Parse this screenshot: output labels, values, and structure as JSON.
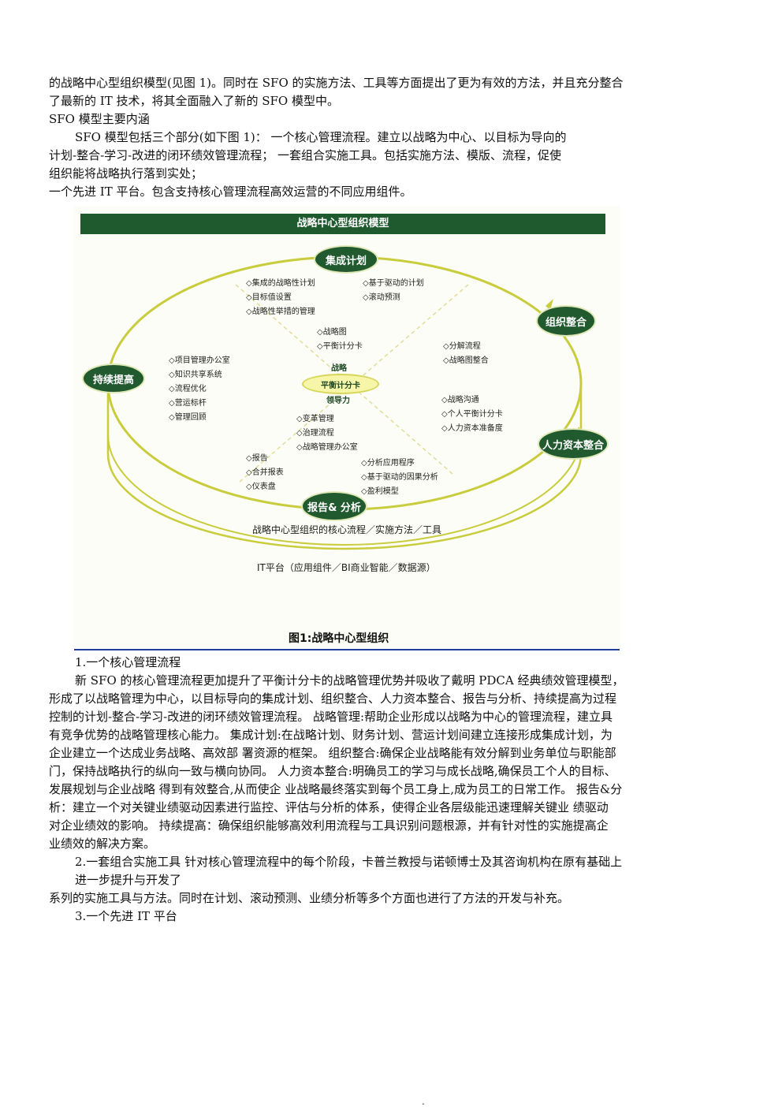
{
  "intro_lines": [
    "的战略中心型组织模型(见图 1)。同时在 SFO 的实施方法、工具等方面提出了更为有效的方法，并且充分整合",
    "了最新的 IT 技术，将其全面融入了新的 SFO 模型中。",
    "SFO 模型主要内涵",
    "SFO 模型包括三个部分(如下图 1)：  一个核心管理流程。建立以战略为中心、以目标为导向的",
    "计划-整合-学习-改进的闭环绩效管理流程；  一套组合实施工具。包括实施方法、模版、流程，促使",
    "组织能将战略执行落到实处；",
    "一个先进 IT 平台。包含支持核心管理流程高效运营的不同应用组件。"
  ],
  "figure": {
    "title": "战略中心型组织模型",
    "nodes": {
      "plan": "集成计划",
      "org": "组织整合",
      "hr": "人力资本整合",
      "report": "报告& 分析",
      "improve": "持续提高"
    },
    "center": {
      "top": "战略",
      "oval": "平衡计分卡",
      "bottom": "领导力"
    },
    "groups": {
      "plan_left": [
        "◇集成的战略性计划",
        "◇目标值设置",
        "◇战略性举措的管理"
      ],
      "plan_right": [
        "◇基于驱动的计划",
        "◇滚动预测"
      ],
      "center_upper": [
        "◇战略图",
        "◇平衡计分卡"
      ],
      "org": [
        "◇分解流程",
        "◇战略图整合"
      ],
      "improve": [
        "◇项目管理办公室",
        "◇知识共享系统",
        "◇流程优化",
        "◇营运标杆",
        "◇管理回顾"
      ],
      "hr": [
        "◇战略沟通",
        "◇个人平衡计分卡",
        "◇人力资本准备度"
      ],
      "center_lower": [
        "◇变革管理",
        "◇治理流程",
        "◇战略管理办公室"
      ],
      "report_left": [
        "◇报告",
        "◇合并报表",
        "◇仪表盘"
      ],
      "report_right": [
        "◇分析应用程序",
        "◇基于驱动的因果分析",
        "◇盈利模型"
      ]
    },
    "band1": "战略中心型组织的核心流程／实施方法／工具",
    "band2": "IT平台（应用组件／BI商业智能／数据源）",
    "caption": "图1:战略中心型组织"
  },
  "body_lines": [
    "1.一个核心管理流程",
    "新 SFO 的核心管理流程更加提升了平衡计分卡的战略管理优势并吸收了戴明 PDCA 经典绩效管理模型，",
    "形成了以战略管理为中心，以目标导向的集成计划、组织整合、人力资本整合、报告与分析、持续提高为过程",
    "控制的计划-整合-学习-改进的闭环绩效管理流程。  战略管理:帮助企业形成以战略为中心的管理流程，建立具",
    "有竞争优势的战略管理核心能力。  集成计划:在战略计划、财务计划、营运计划间建立连接形成集成计划，为",
    "企业建立一个达成业务战略、高效部 署资源的框架。  组织整合:确保企业战略能有效分解到业务单位与职能部",
    "门，保持战略执行的纵向一致与横向协同。  人力资本整合:明确员工的学习与成长战略,确保员工个人的目标、",
    "发展规划与企业战略 得到有效整合,从而使企 业战略最终落实到每个员工身上,成为员工的日常工作。  报告&分",
    "析：建立一个对关键业绩驱动因素进行监控、评估与分析的体系，使得企业各层级能迅速理解关键业 绩驱动",
    "对企业绩效的影响。  持续提高：确保组织能够高效利用流程与工具识别问题根源，并有针对性的实施提高企",
    "业绩效的解决方案。",
    "2.一套组合实施工具  针对核心管理流程中的每个阶段，卡普兰教授与诺顿博士及其咨询机构在原有基础上",
    "进一步提升与开发了",
    "系列的实施工具与方法。同时在计划、滚动预测、业绩分析等多个方面也进行了方法的开发与补充。",
    "3.一个先进 IT 平台"
  ],
  "footer_mark": "."
}
